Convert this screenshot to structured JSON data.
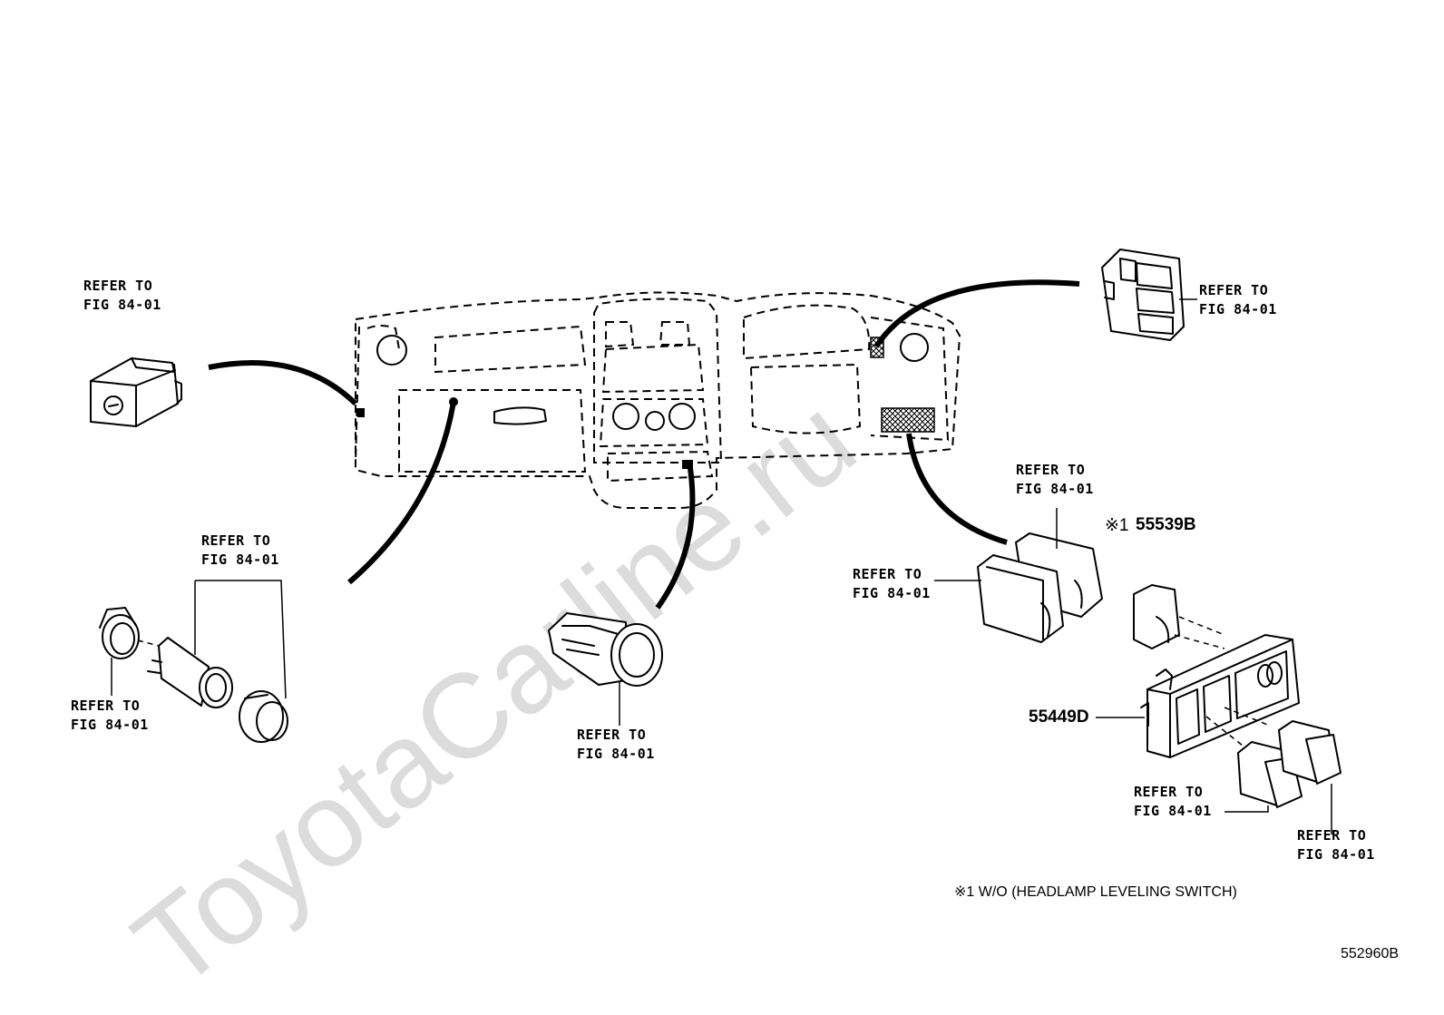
{
  "watermark": "ToyotaCarline.ru",
  "labels": {
    "refer_left_top": "REFER TO\nFIG 84-01",
    "refer_lighter_top": "REFER TO\nFIG 84-01",
    "refer_lighter_bottom": "REFER TO\nFIG 84-01",
    "refer_center": "REFER TO\nFIG 84-01",
    "refer_right_top": "REFER TO\nFIG 84-01",
    "refer_switch_upper": "REFER TO\nFIG 84-01",
    "refer_switch_left": "REFER TO\nFIG 84-01",
    "refer_small_left": "REFER TO\nFIG 84-01",
    "refer_small_right": "REFER TO\nFIG 84-01"
  },
  "parts": {
    "p55539b_mark": "※1",
    "p55539b": "55539B",
    "p55449d": "55449D"
  },
  "footnote": "※1  W/O (HEADLAMP LEVELING SWITCH)",
  "illustration_ref": "552960B"
}
